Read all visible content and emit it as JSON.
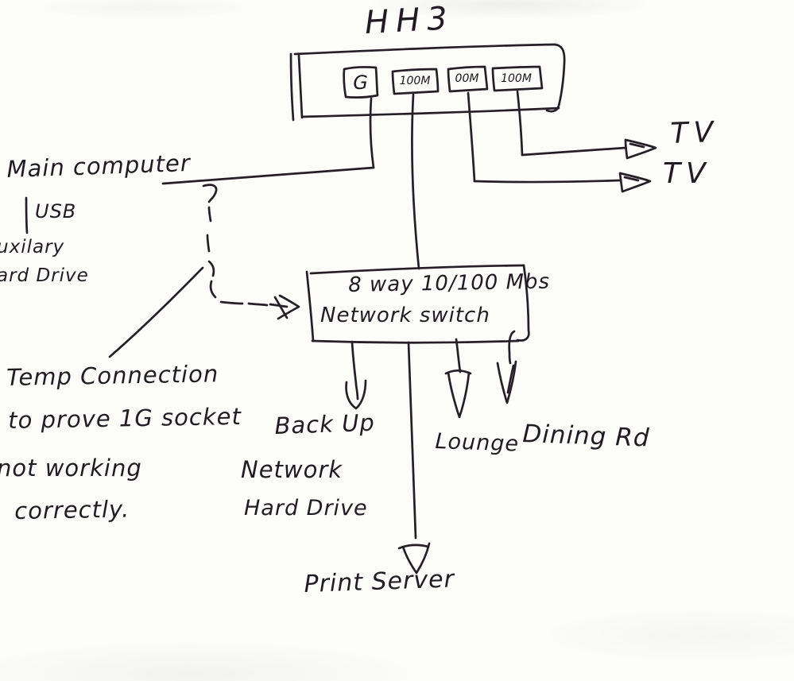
{
  "diagram": {
    "title": "HH3",
    "router": {
      "ports": [
        {
          "label": "G"
        },
        {
          "label": "100M"
        },
        {
          "label": "00M"
        },
        {
          "label": "100M"
        }
      ]
    },
    "tvs": {
      "top": "TV",
      "bottom": "TV"
    },
    "computer": {
      "label": "Main computer",
      "usb": "USB",
      "auxiliary": "uxilary",
      "hard_drive": "ard Drive"
    },
    "switch": {
      "line1": "8 way 10/100 Mbs",
      "line2": "Network switch"
    },
    "note": {
      "lines": [
        "Temp Connection",
        "to prove 1G socket",
        "not working",
        "correctly."
      ]
    },
    "backup": {
      "lines": [
        "Back Up",
        "Network",
        "Hard Drive"
      ]
    },
    "rooms": {
      "lounge": "Lounge",
      "dining": "Dining Rd"
    },
    "print_server": "Print Server",
    "ink_color": "#242026",
    "paper_color": "#fcfcfa"
  }
}
